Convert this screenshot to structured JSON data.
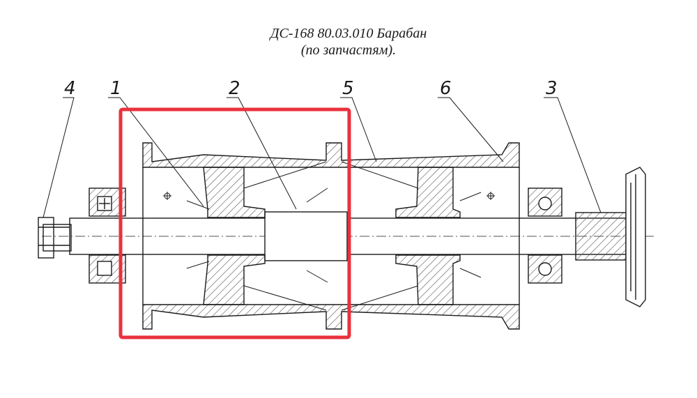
{
  "title": {
    "line1": "ДС-168 80.03.010 Барабан",
    "line2": "(по запчастям)."
  },
  "callouts": [
    {
      "id": "callout-4",
      "label": "4"
    },
    {
      "id": "callout-1",
      "label": "1"
    },
    {
      "id": "callout-2",
      "label": "2"
    },
    {
      "id": "callout-5",
      "label": "5"
    },
    {
      "id": "callout-6",
      "label": "6"
    },
    {
      "id": "callout-3",
      "label": "3"
    }
  ],
  "highlight": {
    "color": "#e8323c",
    "target_part": "1"
  },
  "colors": {
    "ink": "#1a1a1a",
    "hatch": "#555555"
  }
}
